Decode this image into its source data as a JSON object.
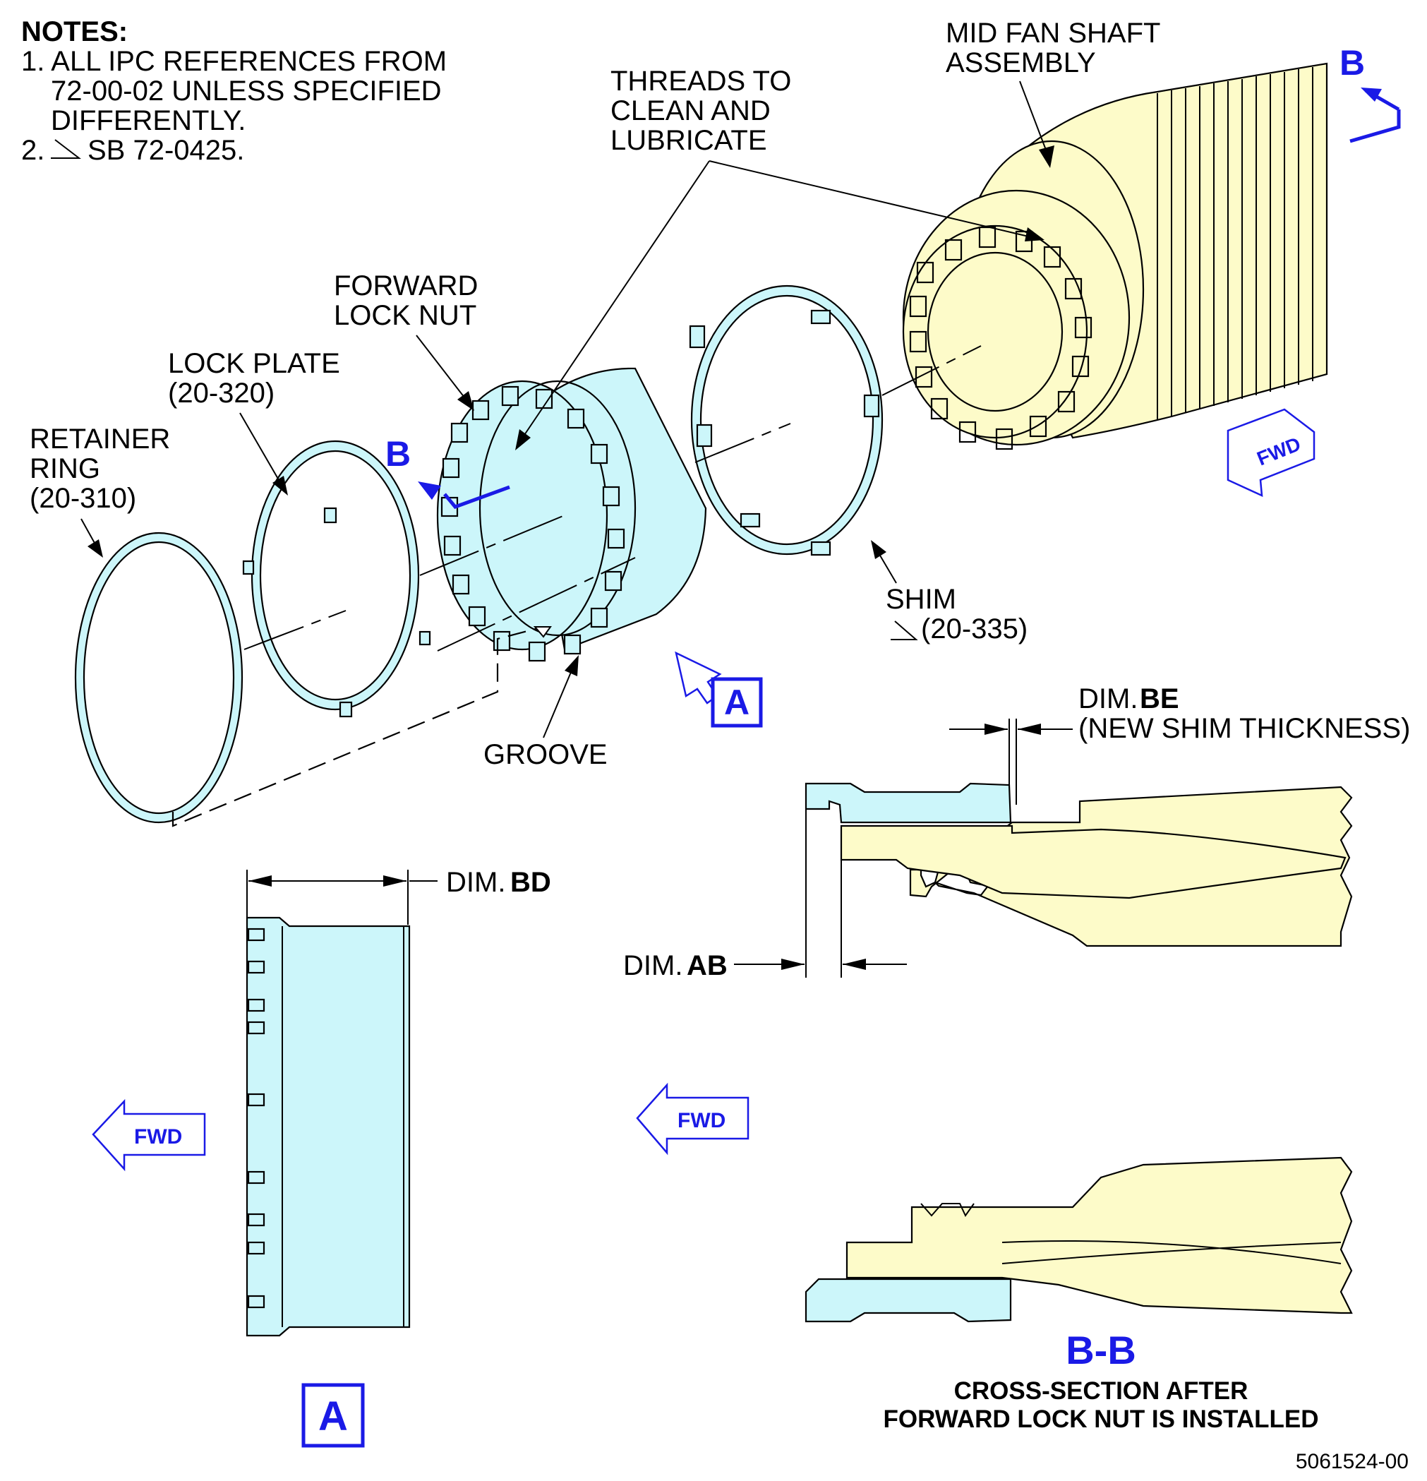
{
  "notes": {
    "title": "NOTES:",
    "items": [
      "1. ALL IPC REFERENCES FROM",
      "72-00-02 UNLESS SPECIFIED",
      "DIFFERENTLY.",
      "2.",
      "SB 72-0425."
    ]
  },
  "labels": {
    "mid_fan_shaft": [
      "MID FAN SHAFT",
      "ASSEMBLY"
    ],
    "threads": [
      "THREADS TO",
      "CLEAN AND",
      "LUBRICATE"
    ],
    "forward_lock_nut": [
      "FORWARD",
      "LOCK NUT"
    ],
    "lock_plate": [
      "LOCK PLATE",
      "(20-320)"
    ],
    "retainer_ring": [
      "RETAINER",
      "RING",
      "(20-310)"
    ],
    "shim": [
      "SHIM",
      "(20-335)"
    ],
    "groove": "GROOVE"
  },
  "dimensions": {
    "be_prefix": "DIM.",
    "be_code": "BE",
    "be_note": "(NEW SHIM THICKNESS)",
    "bd_prefix": "DIM.",
    "bd_code": "BD",
    "ab_prefix": "DIM.",
    "ab_code": "AB"
  },
  "markers": {
    "section_letter": "B",
    "view_letter": "A",
    "fwd": "FWD"
  },
  "section": {
    "title": "B-B",
    "caption_line1": "CROSS-SECTION AFTER",
    "caption_line2": "FORWARD LOCK NUT IS INSTALLED"
  },
  "figure_number": "5061524-00",
  "colors": {
    "accent_blue": "#1a1ae6",
    "part_cyan": "#ccf6fa",
    "part_cream": "#fdfbc9"
  }
}
